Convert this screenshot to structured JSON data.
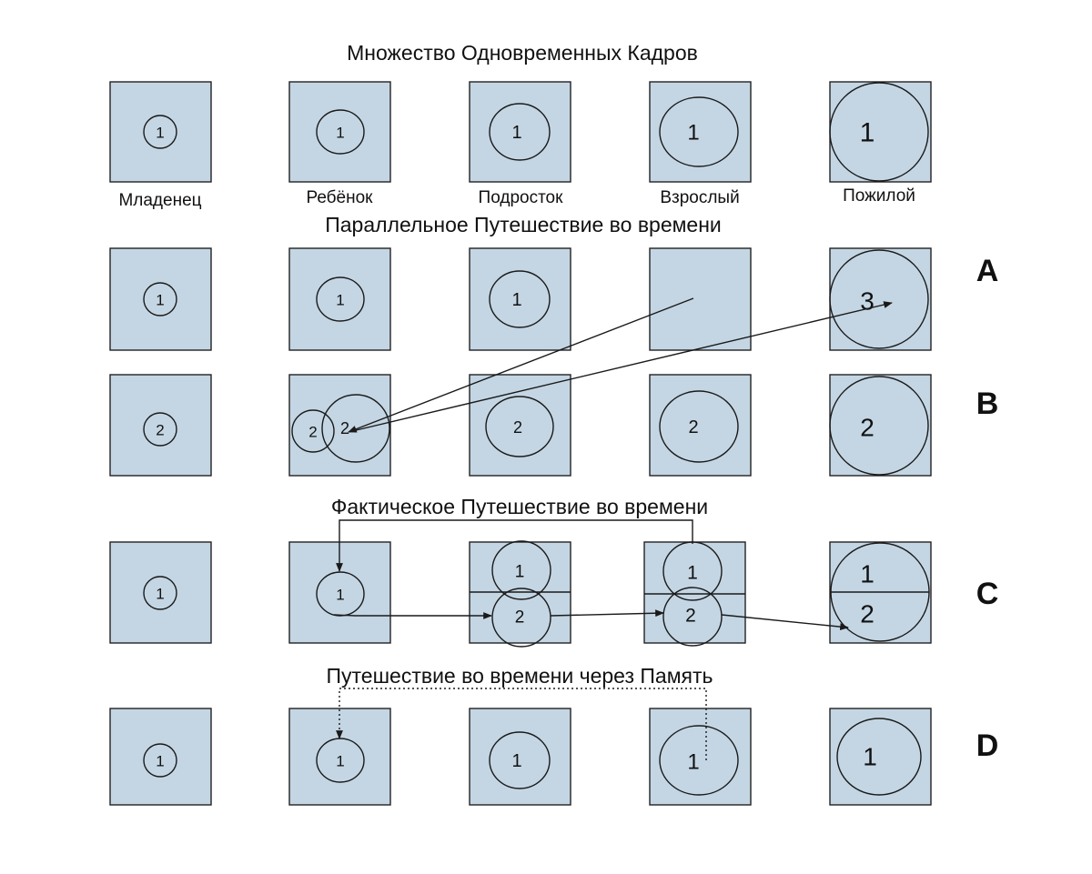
{
  "titles": {
    "simultaneous_frames": "Множество Одновременных Кадров",
    "parallel_travel": "Параллельное Путешествие во времени",
    "actual_travel": "Фактическое Путешествие во времени",
    "memory_travel": "Путешествие во времени через Память"
  },
  "age_labels": [
    "Младенец",
    "Ребёнок",
    "Подросток",
    "Взрослый",
    "Пожилой"
  ],
  "row_labels": {
    "A": "A",
    "B": "B",
    "C": "C",
    "D": "D"
  },
  "frame_numbers": {
    "top": [
      "1",
      "1",
      "1",
      "1",
      "1"
    ],
    "row_a": [
      "1",
      "1",
      "1",
      "",
      "3"
    ],
    "row_b": [
      "2",
      "2",
      "2",
      "2",
      "2"
    ],
    "row_b_extra": "2",
    "row_c": [
      "1",
      "1",
      "1",
      "1",
      "1"
    ],
    "row_c_lower": [
      "2",
      "2",
      "2"
    ],
    "row_d": [
      "1",
      "1",
      "1",
      "1",
      "1"
    ]
  },
  "colors": {
    "frame_fill": "#c4d6e4",
    "stroke": "#1a1a1a"
  }
}
